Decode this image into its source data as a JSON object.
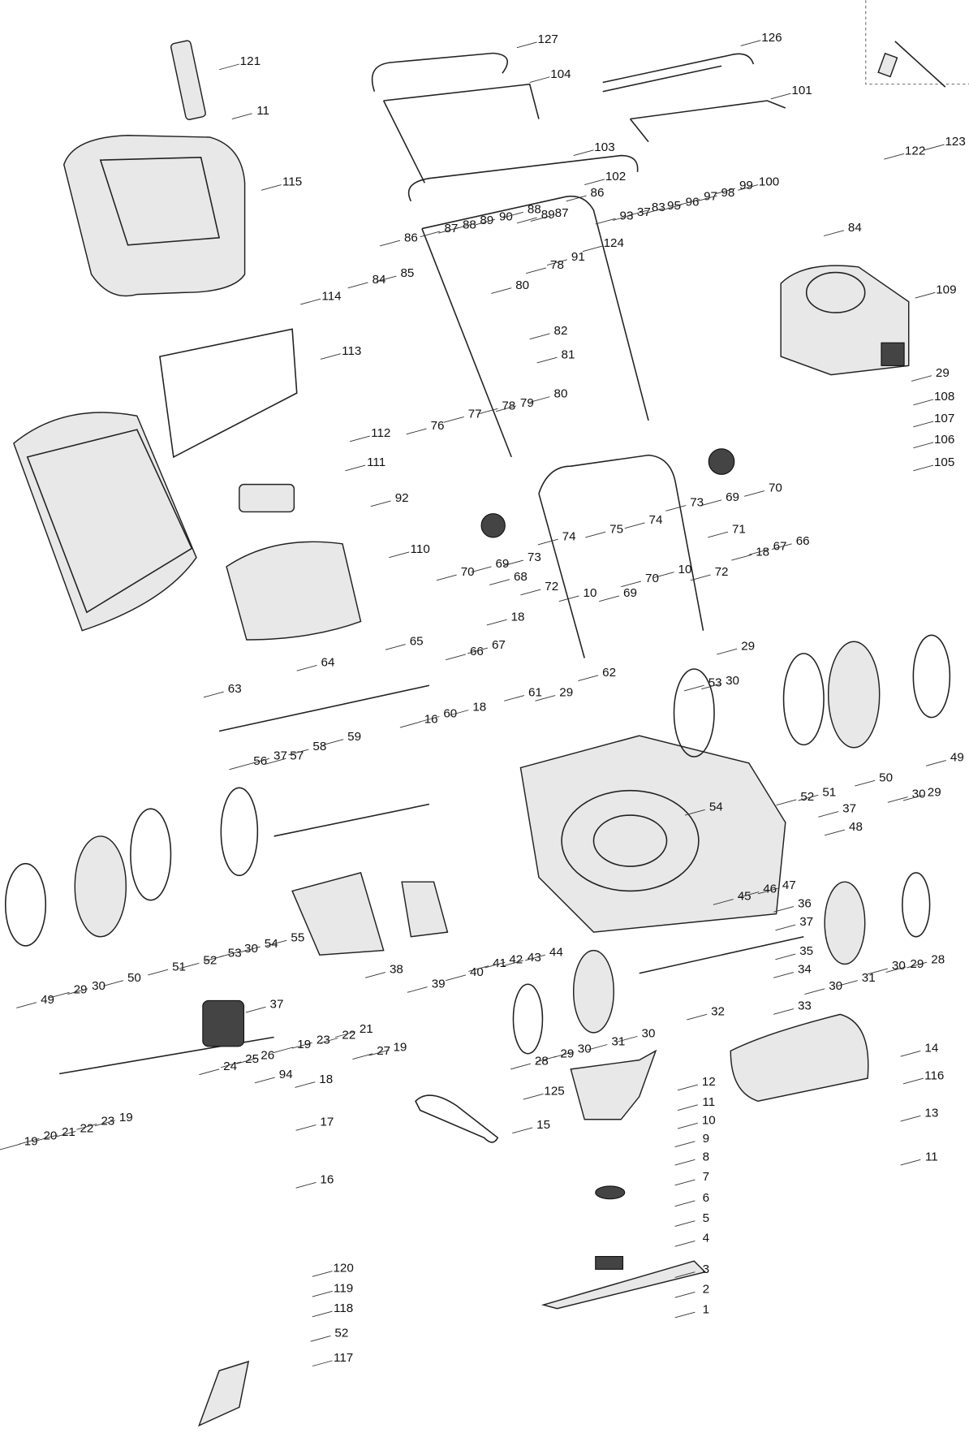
{
  "title": "Lawn mower exploded parts diagram",
  "callouts": [
    "121",
    "11",
    "115",
    "127",
    "104",
    "126",
    "101",
    "103",
    "102",
    "122",
    "123",
    "100",
    "86",
    "88",
    "87",
    "89",
    "90",
    "88",
    "89",
    "87",
    "93",
    "37",
    "83",
    "95",
    "96",
    "97",
    "98",
    "99",
    "84",
    "86",
    "124",
    "85",
    "84",
    "78",
    "91",
    "80",
    "109",
    "114",
    "113",
    "82",
    "81",
    "80",
    "78",
    "79",
    "29",
    "108",
    "107",
    "106",
    "105",
    "76",
    "77",
    "112",
    "111",
    "92",
    "110",
    "69",
    "73",
    "70",
    "75",
    "74",
    "74",
    "73",
    "69",
    "70",
    "71",
    "72",
    "18",
    "67",
    "66",
    "68",
    "72",
    "10",
    "69",
    "70",
    "10",
    "29",
    "65",
    "66",
    "67",
    "18",
    "29",
    "62",
    "53",
    "30",
    "64",
    "63",
    "61",
    "16",
    "60",
    "18",
    "56",
    "37",
    "57",
    "58",
    "59",
    "52",
    "51",
    "50",
    "30",
    "29",
    "49",
    "54",
    "37",
    "48",
    "45",
    "46",
    "47",
    "55",
    "38",
    "39",
    "40",
    "41",
    "42",
    "43",
    "44",
    "37",
    "36",
    "35",
    "34",
    "49",
    "29",
    "30",
    "50",
    "51",
    "52",
    "53",
    "30",
    "54",
    "28",
    "29",
    "30",
    "31",
    "30",
    "37",
    "19",
    "23",
    "22",
    "21",
    "27",
    "19",
    "32",
    "33",
    "30",
    "31",
    "30",
    "29",
    "28",
    "24",
    "25",
    "26",
    "94",
    "14",
    "125",
    "12",
    "11",
    "10",
    "9",
    "8",
    "116",
    "18",
    "19",
    "20",
    "21",
    "22",
    "23",
    "19",
    "17",
    "15",
    "13",
    "11",
    "7",
    "6",
    "5",
    "4",
    "16",
    "3",
    "2",
    "1",
    "120",
    "119",
    "118",
    "52",
    "117"
  ]
}
